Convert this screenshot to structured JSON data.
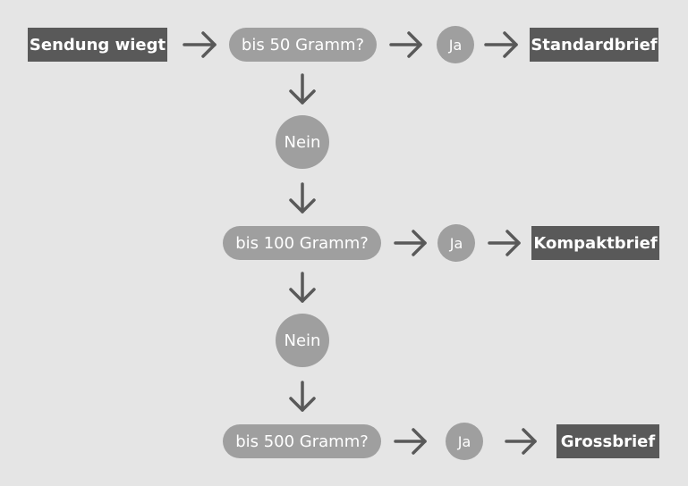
{
  "start": "Sendung wiegt",
  "rows": [
    {
      "question": "bis 50 Gramm?",
      "yes": "Ja",
      "result": "Standardbrief"
    },
    {
      "question": "bis 100 Gramm?",
      "yes": "Ja",
      "result": "Kompaktbrief"
    },
    {
      "question": "bis 500 Gramm?",
      "yes": "Ja",
      "result": "Grossbrief"
    }
  ],
  "no_labels": [
    "Nein",
    "Nein"
  ],
  "colors": {
    "background": "#e5e5e5",
    "dark_box": "#595959",
    "pill": "#9f9f9f",
    "arrow": "#595959"
  }
}
